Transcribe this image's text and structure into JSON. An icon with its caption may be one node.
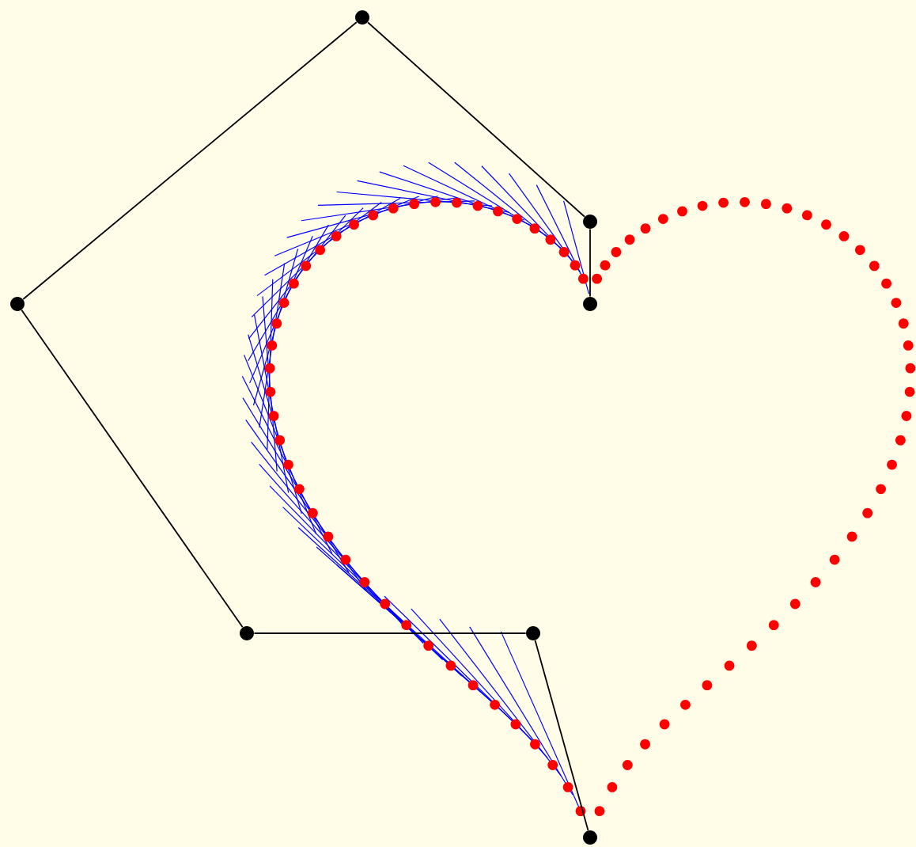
{
  "diagram": {
    "nodes": [
      {
        "text": [],
        "shape": "circle"
      },
      {
        "text": [],
        "shape": "circle"
      },
      {
        "text": [],
        "shape": "circle"
      },
      {
        "text": [],
        "shape": "circle"
      },
      {
        "text": [],
        "shape": "circle"
      },
      {
        "text": [],
        "shape": "circle"
      },
      {
        "text": [],
        "shape": "circle"
      }
    ],
    "edges": [
      {
        "from": 3,
        "to": 1,
        "arrow": "none"
      },
      {
        "from": 1,
        "to": 0,
        "arrow": "none"
      },
      {
        "from": 0,
        "to": 2,
        "arrow": "none"
      },
      {
        "from": 2,
        "to": 4,
        "arrow": "none"
      },
      {
        "from": 4,
        "to": 5,
        "arrow": "none"
      },
      {
        "from": 5,
        "to": 6,
        "arrow": "none"
      }
    ]
  }
}
